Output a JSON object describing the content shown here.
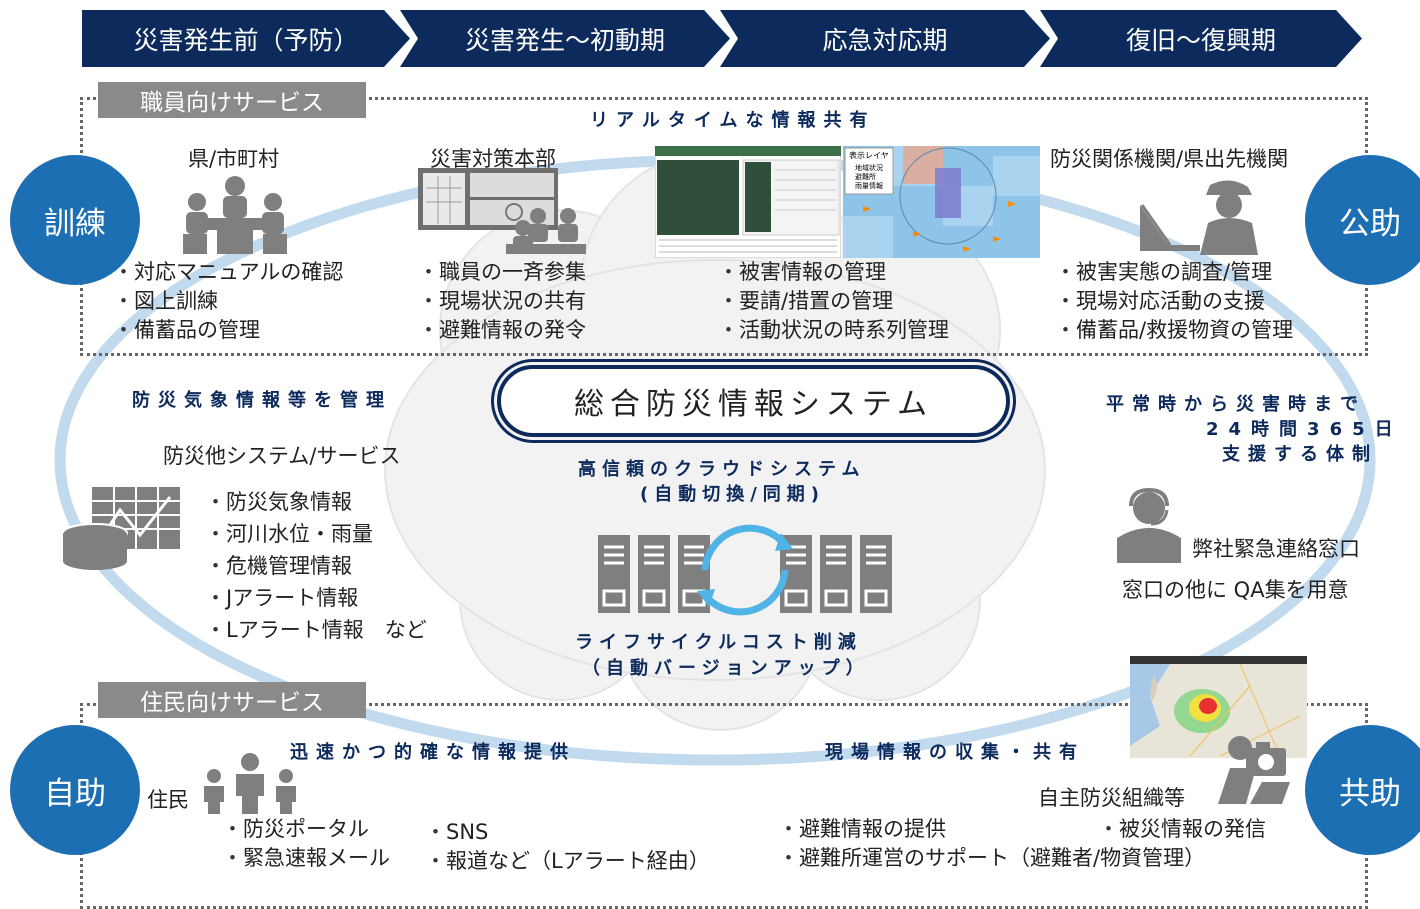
{
  "phases": [
    "災害発生前（予防）",
    "災害発生〜初動期",
    "応急対応期",
    "復旧〜復興期"
  ],
  "staff_tab": "職員向けサービス",
  "resident_tab": "住民向けサービス",
  "circles": {
    "kunren": "訓練",
    "koujo": "公助",
    "jijo": "自助",
    "kyoujo": "共助"
  },
  "realtime_heading": "リアルタイムな情報共有",
  "prefecture": {
    "title": "県/市町村",
    "items": [
      "対応マニュアルの確認",
      "図上訓練",
      "備蓄品の管理"
    ]
  },
  "hq": {
    "title": "災害対策本部",
    "items": [
      "職員の一斉参集",
      "現場状況の共有",
      "避難情報の発令"
    ]
  },
  "damage": {
    "items": [
      "被害情報の管理",
      "要請/措置の管理",
      "活動状況の時系列管理"
    ]
  },
  "agencies": {
    "title": "防災関係機関/県出先機関",
    "items": [
      "被害実態の調査/管理",
      "現場対応活動の支援",
      "備蓄品/救援物資の管理"
    ]
  },
  "system_title": "総合防災情報システム",
  "weather_heading": "防災気象情報等を管理",
  "other_systems": {
    "title": "防災他システム/サービス",
    "items": [
      "防災気象情報",
      "河川水位・雨量",
      "危機管理情報",
      "Jアラート情報",
      "Lアラート情報　など"
    ]
  },
  "cloud": {
    "line1": "高信頼のクラウドシステム",
    "line2": "(自動切換/同期)",
    "line3": "ライフサイクルコスト削減",
    "line4": "（自動バージョンアップ）"
  },
  "support": {
    "line1": "平常時から災害時まで",
    "line2": "24時間365日",
    "line3": "支援する体制",
    "contact": "弊社緊急連絡窓口",
    "qa": "窓口の他に QA集を用意"
  },
  "map_legend": {
    "title": "表示レイヤ",
    "items": [
      "地域状況",
      "避難所",
      "雨量情報"
    ]
  },
  "resident": {
    "fast_heading": "迅速かつ的確な情報提供",
    "field_heading": "現場情報の収集・共有",
    "residents_label": "住民",
    "org_label": "自主防災組織等",
    "col1": [
      "防災ポータル",
      "緊急速報メール"
    ],
    "col2": [
      "SNS",
      "報道など（Lアラート経由）"
    ],
    "col3": [
      "避難情報の提供",
      "避難所運営のサポート（避難者/物資管理）"
    ],
    "col4": [
      "被災情報の発信"
    ]
  },
  "colors": {
    "navy": "#0d2a5c",
    "circle_blue": "#1d6fb3",
    "tab_gray": "#8a8a8a",
    "ring": "#b8d4ec",
    "icon_gray": "#7f7f7f"
  }
}
